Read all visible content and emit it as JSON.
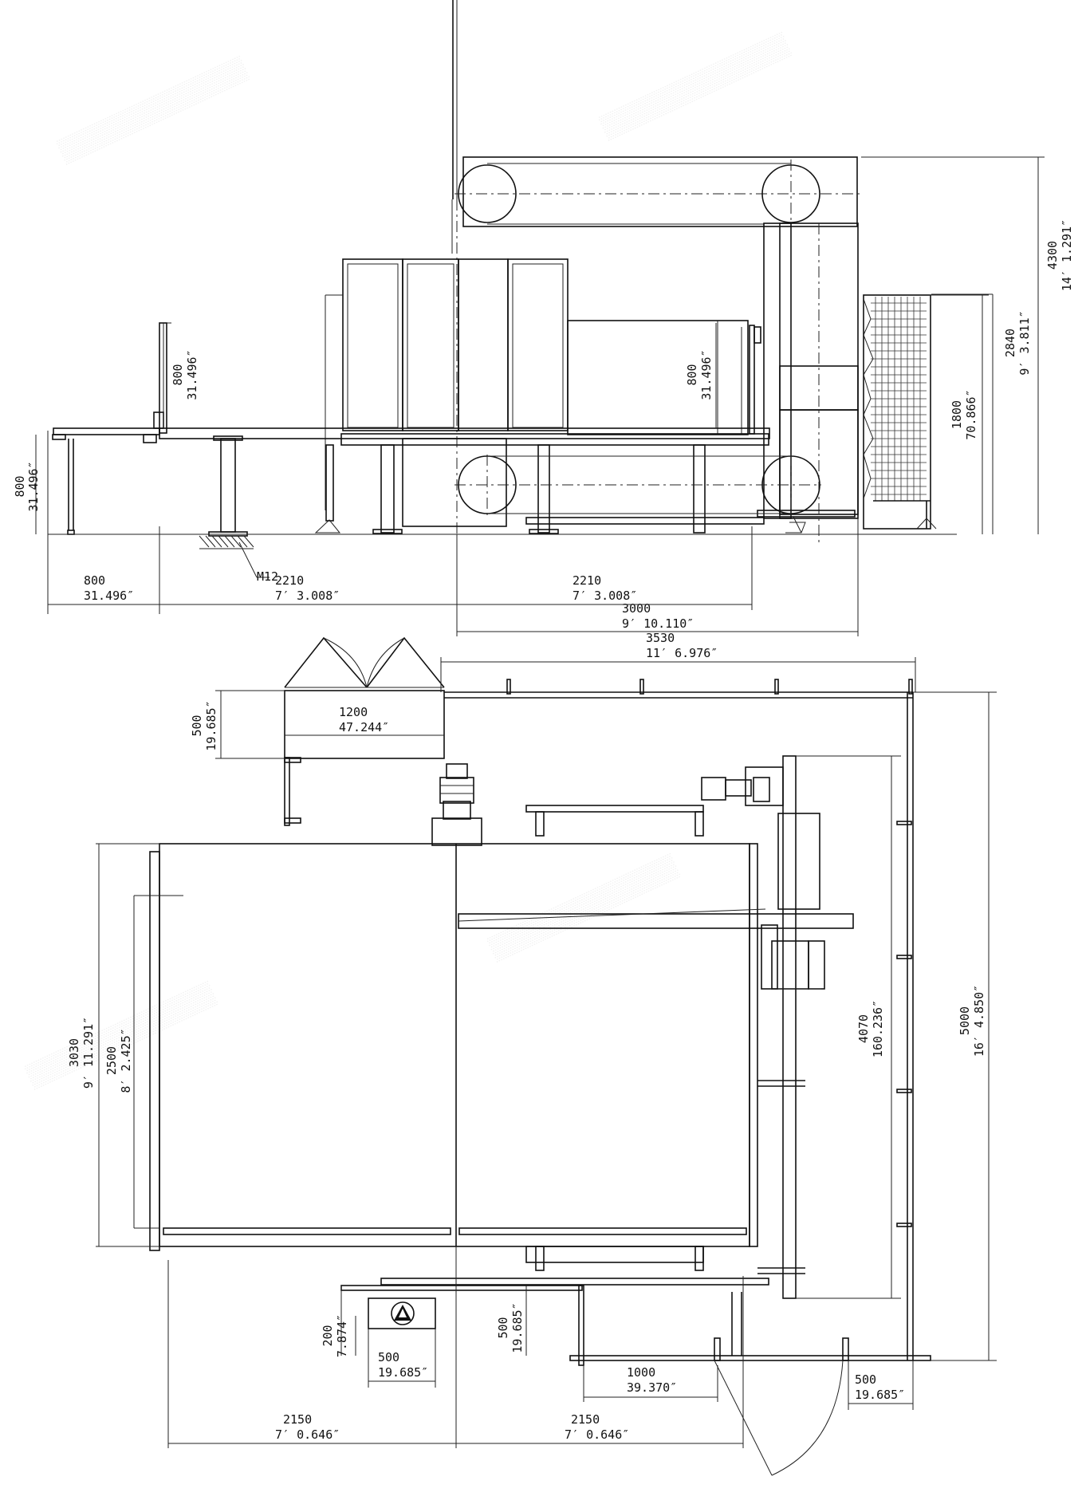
{
  "side_view": {
    "left_outfeed_height": [
      "800",
      "31.496″"
    ],
    "left_rail_height": [
      "800",
      "31.496″"
    ],
    "mid_rail_height": [
      "800",
      "31.496″"
    ],
    "fence_height": [
      "1800",
      "70.866″"
    ],
    "frame_height": [
      "2840",
      "9′ 3.811″"
    ],
    "total_height": [
      "4300",
      "14′ 1.291″"
    ],
    "bolt_label": "M12",
    "outfeed_length": [
      "800",
      "31.496″"
    ],
    "left_table": [
      "2210",
      "7′ 3.008″"
    ],
    "right_table": [
      "2210",
      "7′ 3.008″"
    ],
    "machine_width": [
      "3000",
      "9′ 10.110″"
    ]
  },
  "plan_view": {
    "overall_width": [
      "3530",
      "11′ 6.976″"
    ],
    "infeed_length": [
      "1200",
      "47.244″"
    ],
    "infeed_width": [
      "500",
      "19.685″"
    ],
    "table_depth": [
      "3030",
      "9′ 11.291″"
    ],
    "cut_depth": [
      "2500",
      "8′ 2.425″"
    ],
    "rail_length": [
      "4070",
      "160.236″"
    ],
    "overall_length": [
      "5000",
      "16′ 4.850″"
    ],
    "panel_width": [
      "500",
      "19.685″"
    ],
    "panel_offset": [
      "200",
      "7.874″"
    ],
    "stand_depth": [
      "500",
      "19.685″"
    ],
    "gate_width": [
      "1000",
      "39.370″"
    ],
    "door_clearance": [
      "500",
      "19.685″"
    ],
    "left_half": [
      "2150",
      "7′ 0.646″"
    ],
    "right_half": [
      "2150",
      "7′ 0.646″"
    ]
  },
  "icons": {
    "control_panel_logo": "warning-triangle-icon"
  }
}
